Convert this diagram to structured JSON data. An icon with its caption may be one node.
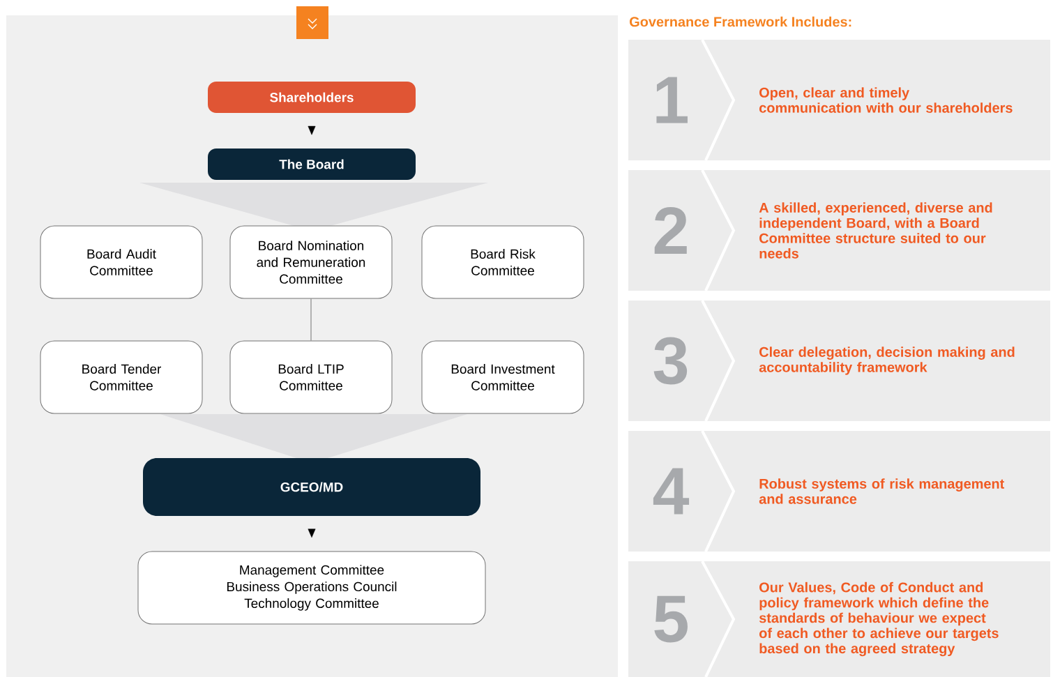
{
  "diagram": {
    "title": "Governance Framework Includes:",
    "nodes": [
      {
        "text": [
          "Shareholders"
        ]
      },
      {
        "text": [
          "The Board"
        ]
      },
      {
        "text": [
          "Board Audit Committee"
        ]
      },
      {
        "text": [
          "Board Nomination and Remuneration Committee"
        ]
      },
      {
        "text": [
          "Board Risk Committee"
        ]
      },
      {
        "text": [
          "Board Tender Committee"
        ]
      },
      {
        "text": [
          "Board LTIP Committee"
        ]
      },
      {
        "text": [
          "Board Investment Committee"
        ]
      },
      {
        "text": [
          "GCEO/MD"
        ]
      },
      {
        "text": [
          "Management Committee",
          "Business Operations Council",
          "Technology Committee"
        ]
      },
      {
        "text": [
          "1",
          "Open, clear and timely communication  with our shareholders"
        ]
      },
      {
        "text": [
          "2",
          "A skilled, experienced, diverse and independent Board, with a Board Committee structure suited to our needs"
        ]
      },
      {
        "text": [
          "3",
          "Clear delegation, decision making and accountability framework"
        ]
      },
      {
        "text": [
          "4",
          "Robust systems of risk management and assurance"
        ]
      },
      {
        "text": [
          "5",
          "Our Values, Code of Conduct and policy framework which define the standards of behaviour we expect of each other to achieve our targets based on the agreed strategy"
        ]
      }
    ],
    "edges": [
      {
        "from": 0,
        "to": 1,
        "arrow": "to"
      },
      {
        "from": 3,
        "to": 6,
        "arrow": "none"
      },
      {
        "from": 8,
        "to": 9,
        "arrow": "to"
      }
    ]
  }
}
